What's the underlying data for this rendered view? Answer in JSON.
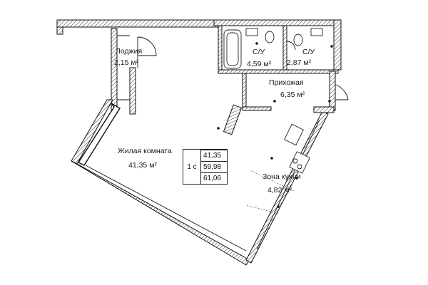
{
  "rooms": {
    "loggia": {
      "name": "Лоджия",
      "area": "2,15 м²"
    },
    "bathroom1": {
      "name": "С/У",
      "area": "4,59 м²"
    },
    "bathroom2": {
      "name": "С/У",
      "area": "2,87 м²"
    },
    "hallway": {
      "name": "Прихожая",
      "area": "6,35 м²"
    },
    "living": {
      "name": "Жилая комната",
      "area": "41,35 м²"
    },
    "kitchen": {
      "name": "Зона кухни",
      "area": "4,82 м²"
    }
  },
  "legend": {
    "type": "1 с",
    "values": [
      "41,35",
      "59,98",
      "61,06"
    ]
  }
}
